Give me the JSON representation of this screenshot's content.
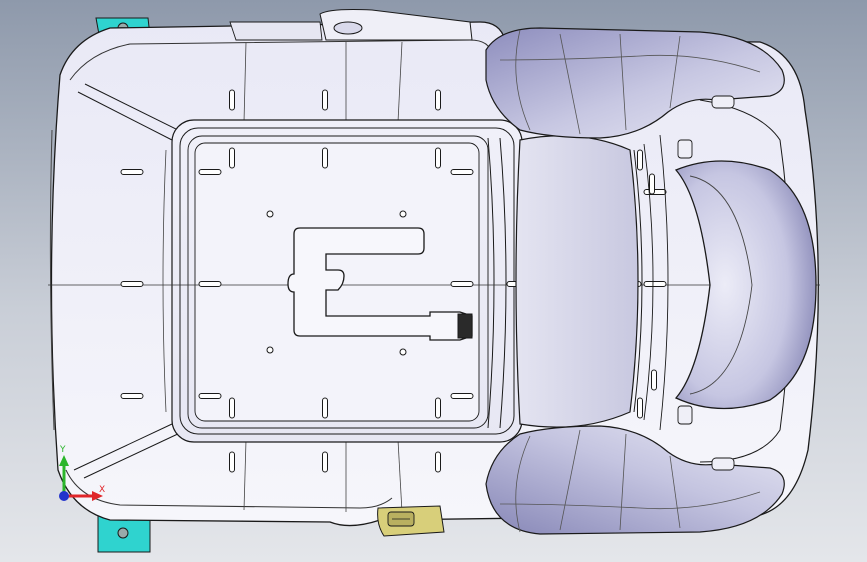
{
  "viewport": {
    "name": "CAD 3D viewport",
    "background": [
      "#8e99ab",
      "#e4e6ea"
    ]
  },
  "model": {
    "outline_color": "#1a1a1a",
    "body_color": "#f1f1f8",
    "shade_color": "#b9b9d8",
    "bracket_color": "#2fd3cf",
    "buckle_color": "#d8cf7a"
  },
  "triad": {
    "x_label": "X",
    "y_label": "Y",
    "x_color": "#e0262a",
    "y_color": "#2bb52b",
    "z_color": "#2233cc"
  }
}
